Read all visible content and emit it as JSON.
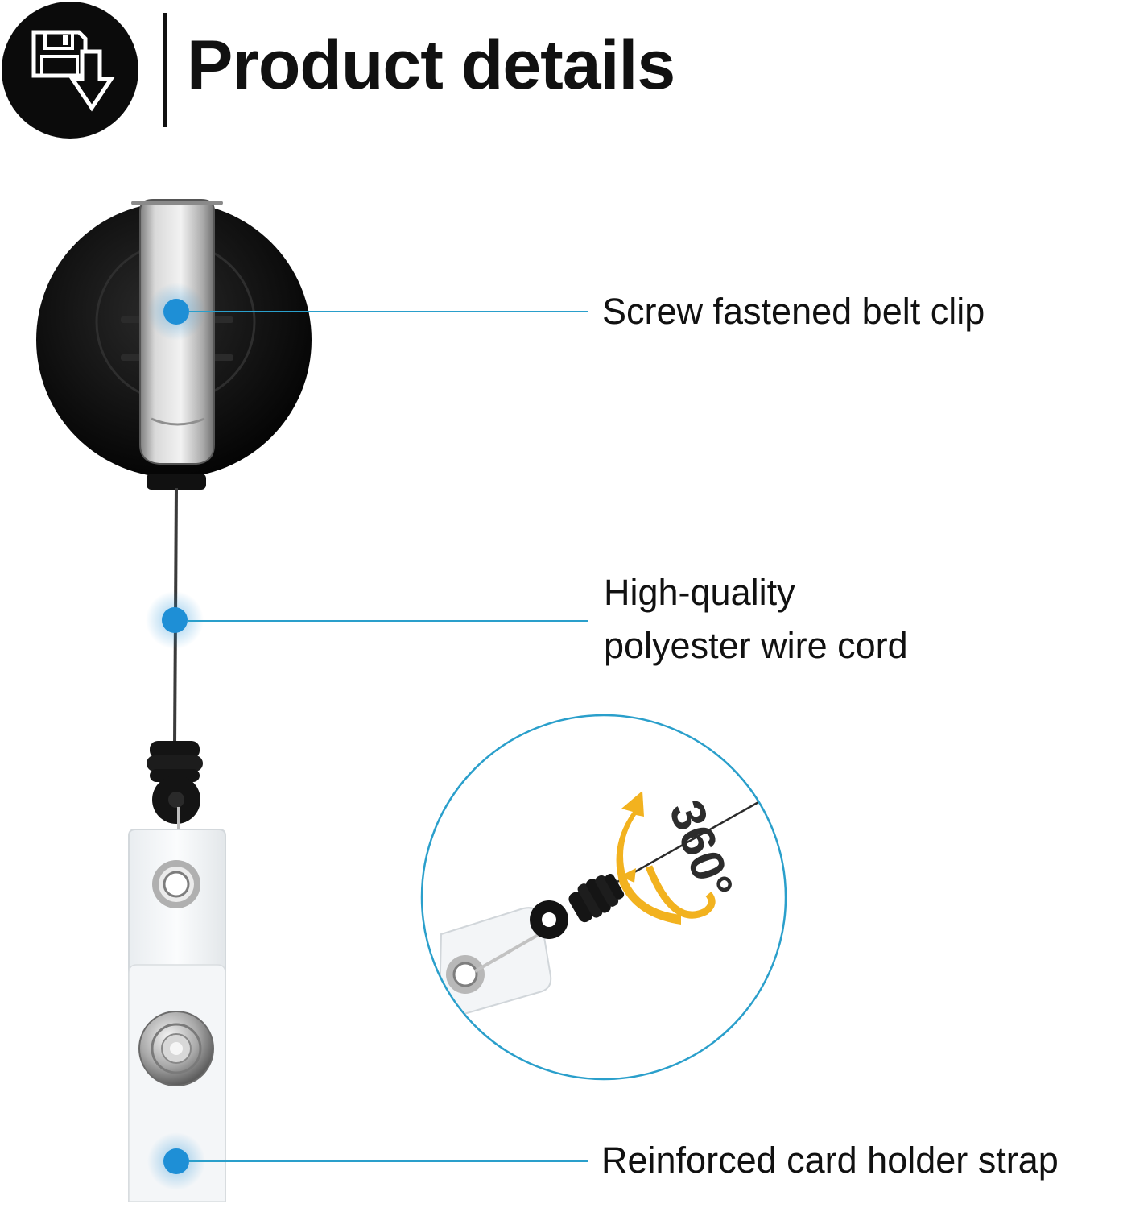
{
  "header": {
    "title": "Product details",
    "icon": "save-download-icon"
  },
  "callouts": [
    {
      "lines": [
        "Screw fastened belt clip"
      ]
    },
    {
      "lines": [
        "High-quality",
        "polyester wire cord"
      ]
    },
    {
      "lines": [
        "Reinforced card holder strap"
      ]
    }
  ],
  "detail": {
    "rotation_label": "360°"
  },
  "colors": {
    "accent": "#1e8fd6",
    "leader_line": "#2a9fcb",
    "circle_border": "#2a9fcb",
    "rotation_arrow": "#f2b21f",
    "badge": "#0b0b0b"
  }
}
